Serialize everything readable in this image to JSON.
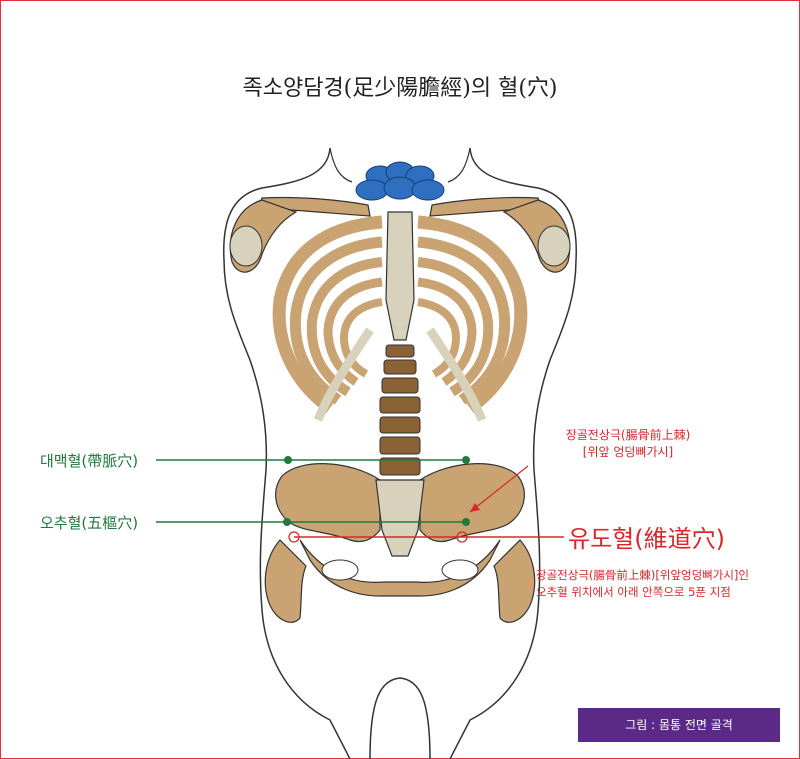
{
  "title": "족소양담경(足少陽膽經)의 혈(穴)",
  "labels": {
    "daemaek": "대맥혈(帶脈穴)",
    "ochu": "오추혈(五樞穴)",
    "yudo": "유도혈(維道穴)",
    "asis_line1": "장골전상극(腸骨前上棘)",
    "asis_line2": "[위앞 엉덩뼈가시]",
    "note_line1": "장골전상극(腸骨前上棘)[위앞엉덩뼈가시]인",
    "note_line2": "오추혈 위치에서 아래 안쪽으로 5푼 지점"
  },
  "caption": "그림 : 몸통 전면 골격",
  "colors": {
    "bone": "#c9a472",
    "bone_dark": "#a9834f",
    "cartilage": "#d8d2bd",
    "vertebra_blue": "#2e6fc0",
    "spine_brown": "#8a6236",
    "green": "#1f7a3c",
    "red": "#d9262c",
    "caption_bg": "#5b2a86",
    "frame": "#e0303a"
  }
}
